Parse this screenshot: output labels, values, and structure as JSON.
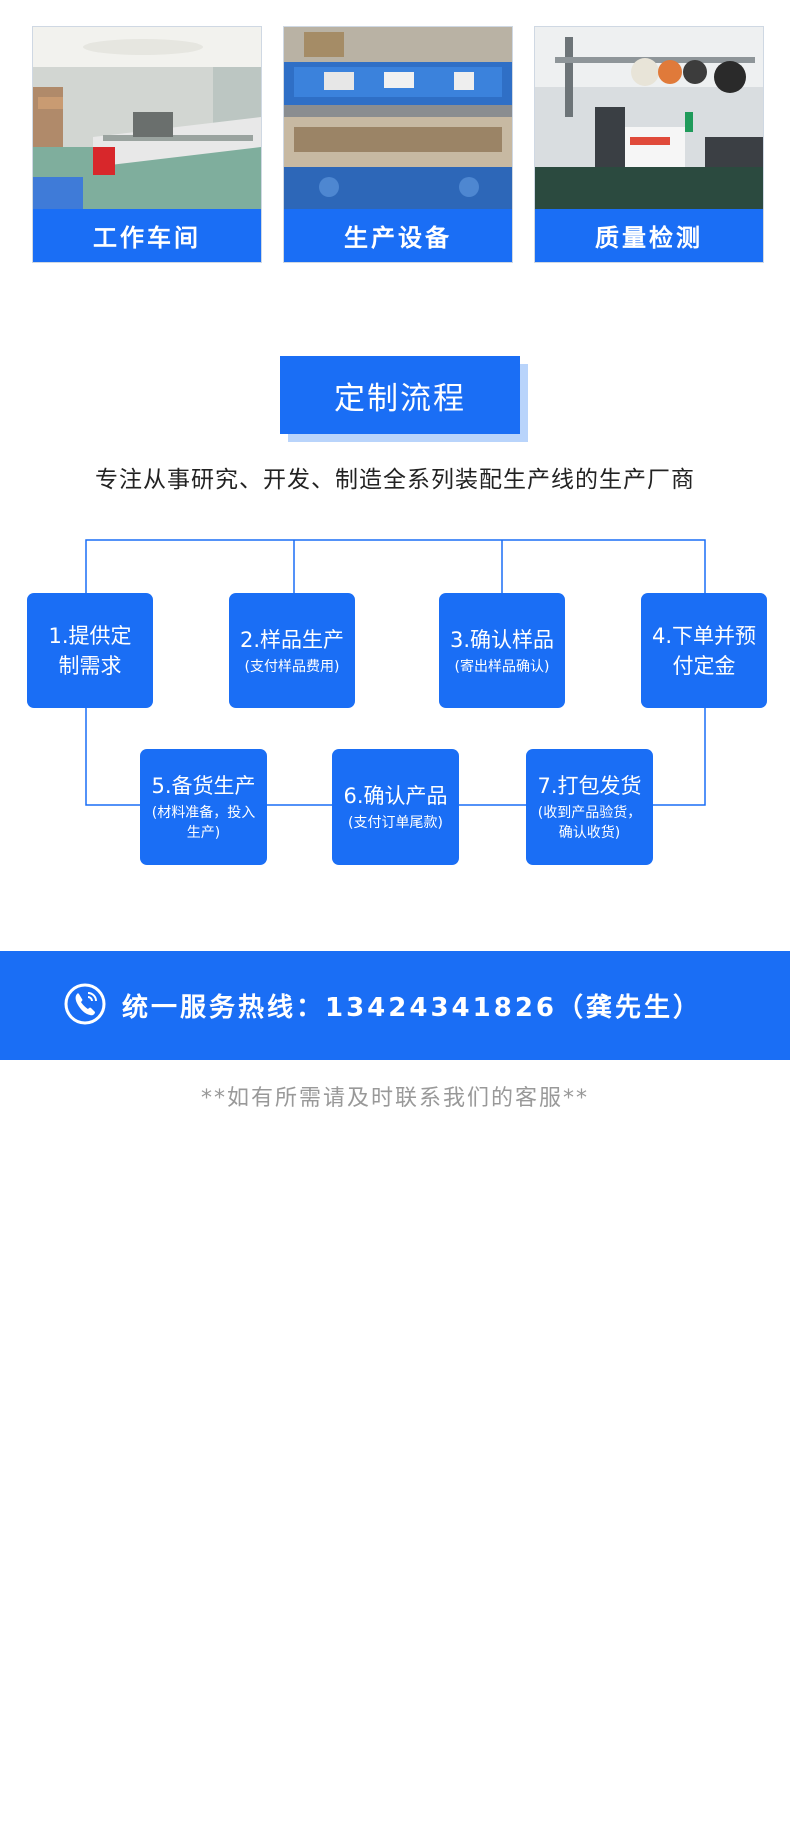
{
  "cards": [
    {
      "caption": "工作车间",
      "photo_icon": "workshop-photo"
    },
    {
      "caption": "生产设备",
      "photo_icon": "equipment-photo"
    },
    {
      "caption": "质量检测",
      "photo_icon": "inspection-photo"
    }
  ],
  "section": {
    "title": "定制流程",
    "subtitle": "专注从事研究、开发、制造全系列装配生产线的生产厂商"
  },
  "steps": [
    {
      "main": "1.提供定制需求",
      "sub": ""
    },
    {
      "main": "2.样品生产",
      "sub": "(支付样品费用)"
    },
    {
      "main": "3.确认样品",
      "sub": "(寄出样品确认)"
    },
    {
      "main": "4.下单并预付定金",
      "sub": ""
    },
    {
      "main": "5.备货生产",
      "sub": "(材料准备，投入生产)"
    },
    {
      "main": "6.确认产品",
      "sub": "(支付订单尾款)"
    },
    {
      "main": "7.打包发货",
      "sub": "(收到产品验货，确认收货)"
    }
  ],
  "hotline": {
    "text": "统一服务热线：13424341826（龚先生）",
    "icon": "phone-icon"
  },
  "note": "**如有所需请及时联系我们的客服**",
  "colors": {
    "accent": "#1a6ef5",
    "title_shadow": "#b9d4fb",
    "note": "#999999"
  }
}
